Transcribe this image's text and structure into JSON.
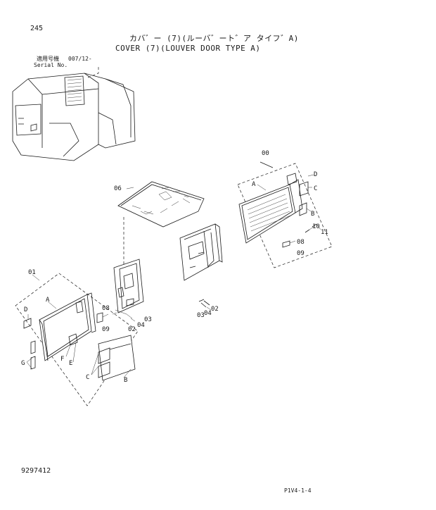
{
  "header": {
    "page_number": "245",
    "title_jp": "カバ゛ー (7)(ルーバ゛ート゛ア タイフ゛A)",
    "title_en": "COVER (7)(LOUVER DOOR TYPE A)",
    "serial_label_jp": "適用号機",
    "serial_label_en": "Serial No.",
    "serial_value": "007/12-"
  },
  "callouts": {
    "assy_00": "00",
    "assy_01": "01",
    "part_06": "06",
    "part_02": "02",
    "part_03": "03",
    "part_04": "04",
    "part_08": "08",
    "part_09": "09",
    "part_10": "10",
    "part_11": "11",
    "letter_a": "A",
    "letter_b": "B",
    "letter_c": "C",
    "letter_d": "D",
    "letter_e": "E",
    "letter_f": "F",
    "letter_g": "G"
  },
  "footer": {
    "doc_number": "9297412",
    "page_ref": "P1V4-1-4"
  }
}
